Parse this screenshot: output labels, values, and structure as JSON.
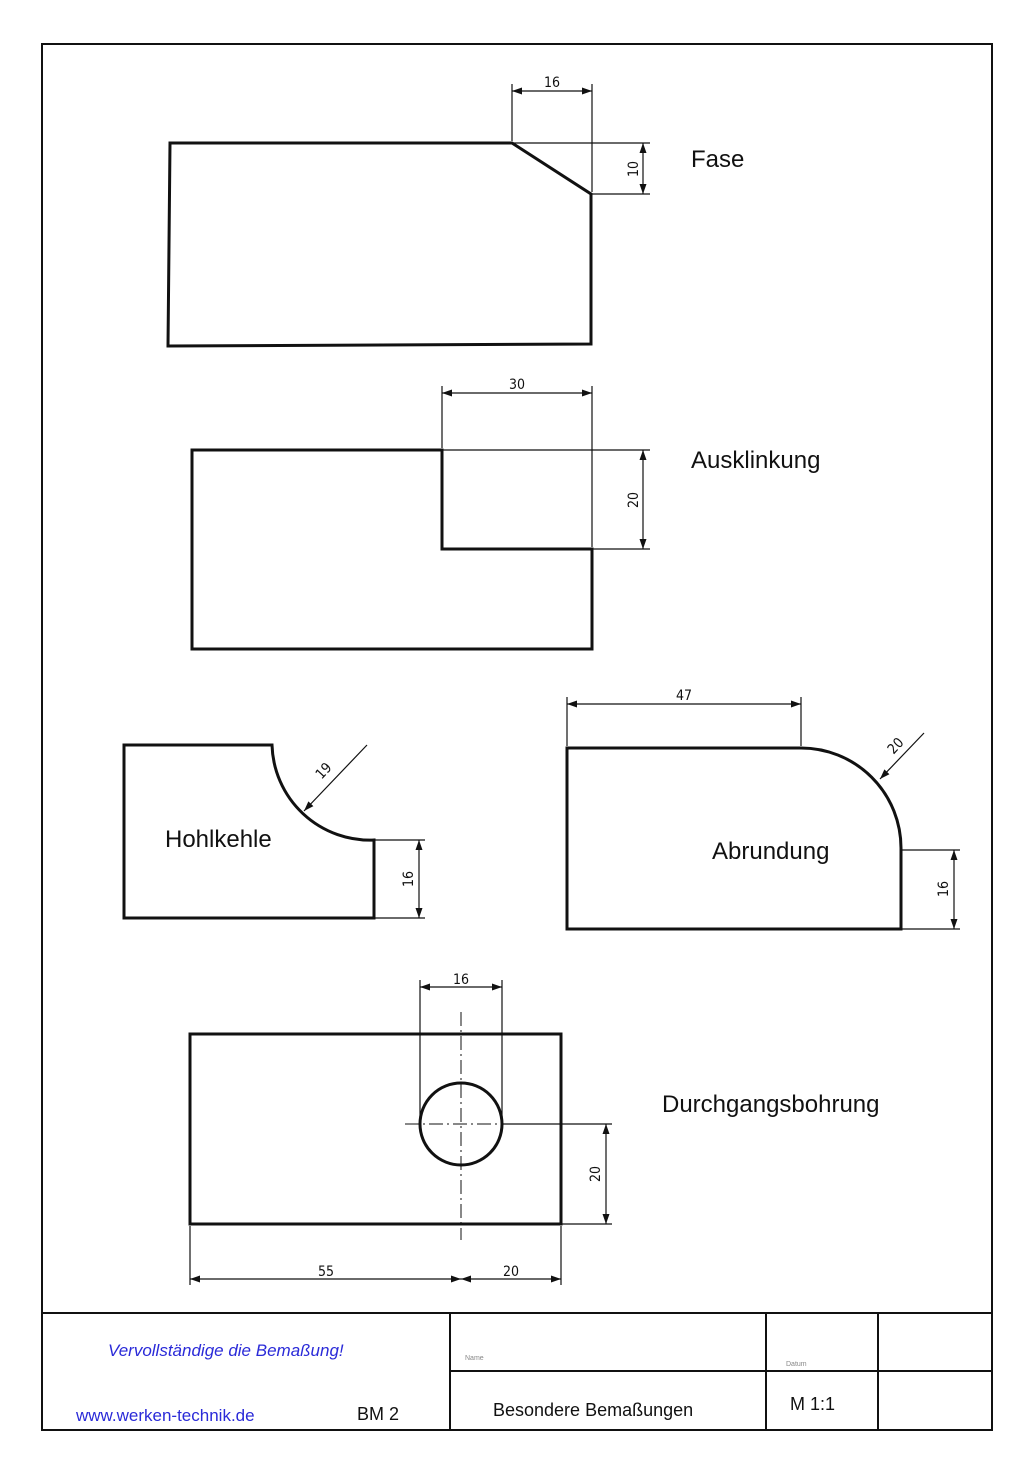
{
  "sections": {
    "fase": {
      "title": "Fase",
      "dim_width": "16",
      "dim_height": "10"
    },
    "ausklinkung": {
      "title": "Ausklinkung",
      "dim_width": "30",
      "dim_height": "20"
    },
    "hohlkehle": {
      "title": "Hohlkehle",
      "dim_radius": "19",
      "dim_height": "16"
    },
    "abrundung": {
      "title": "Abrundung",
      "dim_width": "47",
      "dim_radius": "20",
      "dim_height": "16"
    },
    "durchgangsbohrung": {
      "title": "Durchgangsbohrung",
      "dim_diameter": "16",
      "dim_height": "20",
      "dim_left": "55",
      "dim_right": "20"
    }
  },
  "title_block": {
    "instruction": "Vervollständige die Bemaßung!",
    "website": "www.werken-technik.de",
    "sheet_code": "BM 2",
    "name_label": "Name",
    "date_label": "Datum",
    "title": "Besondere Bemaßungen",
    "scale": "M 1:1"
  },
  "colors": {
    "line": "#111111",
    "link": "#2a2ad8"
  }
}
